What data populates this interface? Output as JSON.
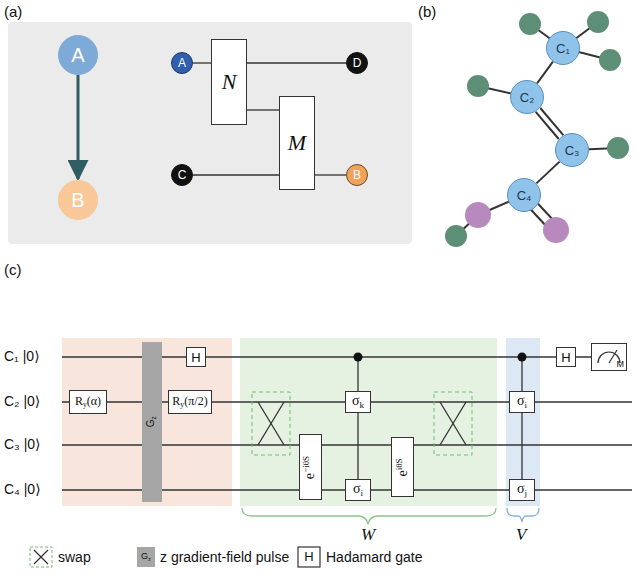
{
  "diagram": {
    "nodes": [
      {
        "text": [
          "A"
        ]
      },
      {
        "text": [
          "B"
        ]
      },
      {
        "text": [
          "A"
        ]
      },
      {
        "text": [
          "N"
        ]
      },
      {
        "text": [
          "D"
        ]
      },
      {
        "text": [
          "M"
        ]
      },
      {
        "text": [
          "C"
        ]
      },
      {
        "text": [
          "B"
        ]
      },
      {
        "text": [
          "C₁"
        ]
      },
      {
        "text": [
          "C₂"
        ]
      },
      {
        "text": [
          "C₃"
        ]
      },
      {
        "text": [
          "C₄"
        ]
      },
      {
        "text": [
          "H"
        ]
      },
      {
        "text": [
          "Ry(α)"
        ]
      },
      {
        "text": [
          "Gz"
        ]
      },
      {
        "text": [
          "Ry(π/2)"
        ]
      },
      {
        "text": [
          "σk"
        ]
      },
      {
        "text": [
          "e−iθS"
        ]
      },
      {
        "text": [
          "σi"
        ]
      },
      {
        "text": [
          "eiθS"
        ]
      },
      {
        "text": [
          "σi"
        ]
      },
      {
        "text": [
          "σj"
        ]
      },
      {
        "text": [
          "H"
        ]
      },
      {
        "text": [
          "M"
        ]
      }
    ],
    "edges": [
      {
        "from": 0,
        "to": 1,
        "arrow": "to"
      },
      {
        "from": 2,
        "to": 3,
        "arrow": "none"
      },
      {
        "from": 3,
        "to": 4,
        "arrow": "none"
      },
      {
        "from": 3,
        "to": 5,
        "arrow": "none"
      },
      {
        "from": 6,
        "to": 5,
        "arrow": "none"
      },
      {
        "from": 5,
        "to": 7,
        "arrow": "none"
      },
      {
        "from": 8,
        "to": 9,
        "arrow": "none"
      },
      {
        "from": 9,
        "to": 10,
        "arrow": "none"
      },
      {
        "from": 10,
        "to": 11,
        "arrow": "none"
      },
      {
        "from": 16,
        "to": 18,
        "arrow": "none"
      },
      {
        "from": 20,
        "to": 21,
        "arrow": "none"
      }
    ],
    "labels": [
      "(a)",
      "(b)",
      "(c)",
      "C₁ |0⟩",
      "C₂ |0⟩",
      "C₃ |0⟩",
      "C₄ |0⟩",
      "W",
      "V",
      "Gz",
      "H"
    ],
    "legend": [
      {
        "text": "swap"
      },
      {
        "text": "z gradient-field pulse",
        "color": "#a6a6a6"
      },
      {
        "text": "Hadamard gate"
      }
    ]
  }
}
